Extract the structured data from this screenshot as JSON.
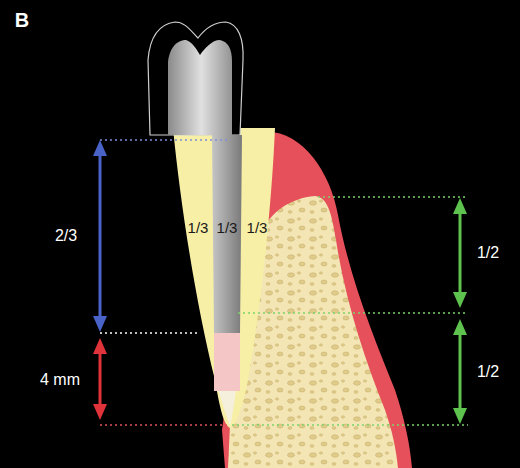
{
  "diagram": {
    "labels": [
      "B",
      "2/3",
      "1/3",
      "1/3",
      "1/3",
      "1/2",
      "4 mm",
      "1/2"
    ]
  }
}
